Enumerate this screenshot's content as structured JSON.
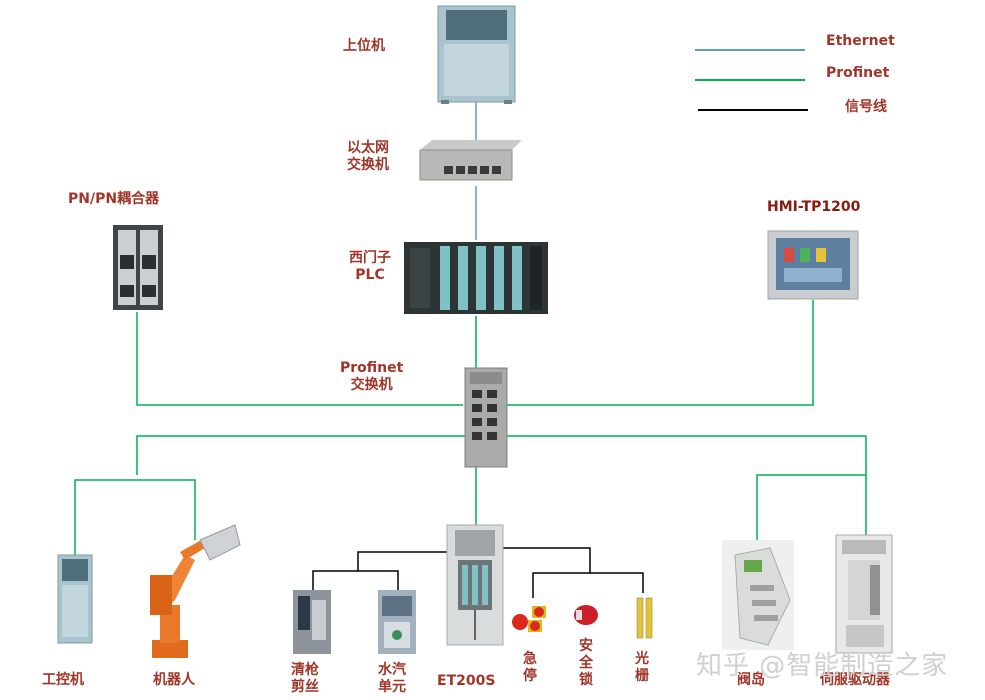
{
  "legend": {
    "ethernet": {
      "label": "Ethernet",
      "color": "#5b9bd5"
    },
    "profinet": {
      "label": "Profinet",
      "color": "#00b050"
    },
    "signal": {
      "label": "信号线",
      "color": "#000000"
    }
  },
  "nodes": {
    "host_pc": "上位机",
    "eth_switch": [
      "以太网",
      "交换机"
    ],
    "plc": [
      "西门子",
      "PLC"
    ],
    "pn_coupler": "PN/PN耦合器",
    "hmi": "HMI-TP1200",
    "profinet_switch": [
      "Profinet",
      "交换机"
    ],
    "ipc": "工控机",
    "robot": "机器人",
    "torch_clean": [
      "清枪",
      "剪丝"
    ],
    "water_gas": [
      "水汽",
      "单元"
    ],
    "et200s": "ET200S",
    "estop": [
      "急",
      "停"
    ],
    "safety_lock": [
      "安",
      "全",
      "锁"
    ],
    "light_curtain": [
      "光",
      "栅"
    ],
    "valve_island": "阀岛",
    "servo_drive": "伺服驱动器"
  },
  "watermark": "知乎 @智能制造之家"
}
